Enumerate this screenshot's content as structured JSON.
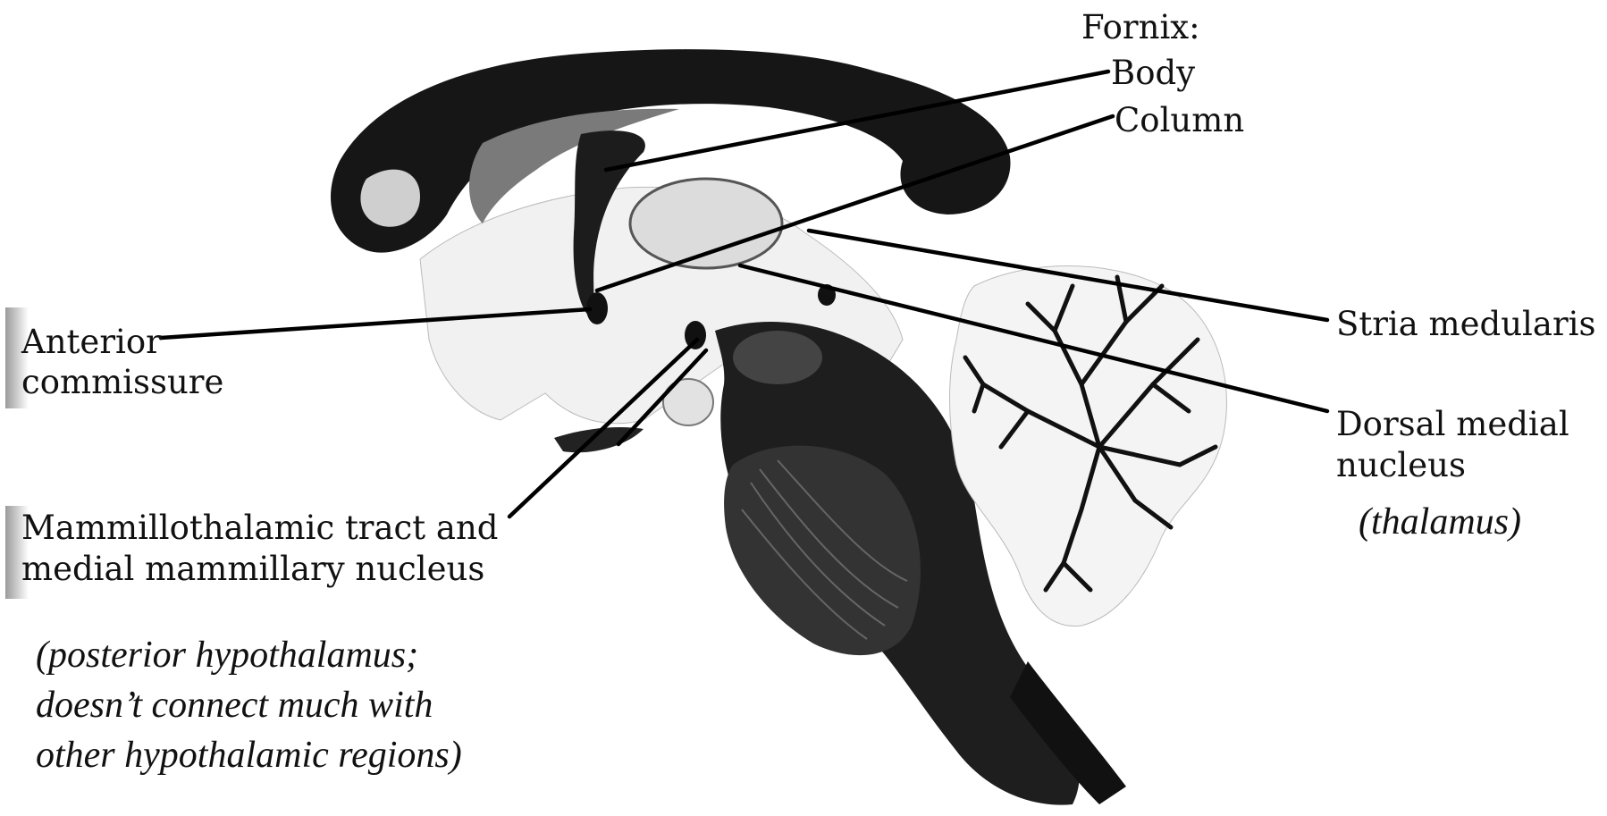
{
  "fornix": {
    "heading": "Fornix:",
    "body": "Body",
    "column": "Column"
  },
  "left_labels": {
    "anterior_commissure": [
      "Anterior",
      "commissure"
    ],
    "mammillothalamic": [
      "Mammillothalamic tract and",
      "medial mammillary nucleus"
    ],
    "note": [
      "(posterior hypothalamus;",
      "doesn’t connect much with",
      "other hypothalamic regions)"
    ]
  },
  "right_labels": {
    "stria_medularis": "Stria medularis",
    "dorsal_medial": [
      "Dorsal medial",
      "nucleus"
    ],
    "thalamus_note": "(thalamus)"
  }
}
